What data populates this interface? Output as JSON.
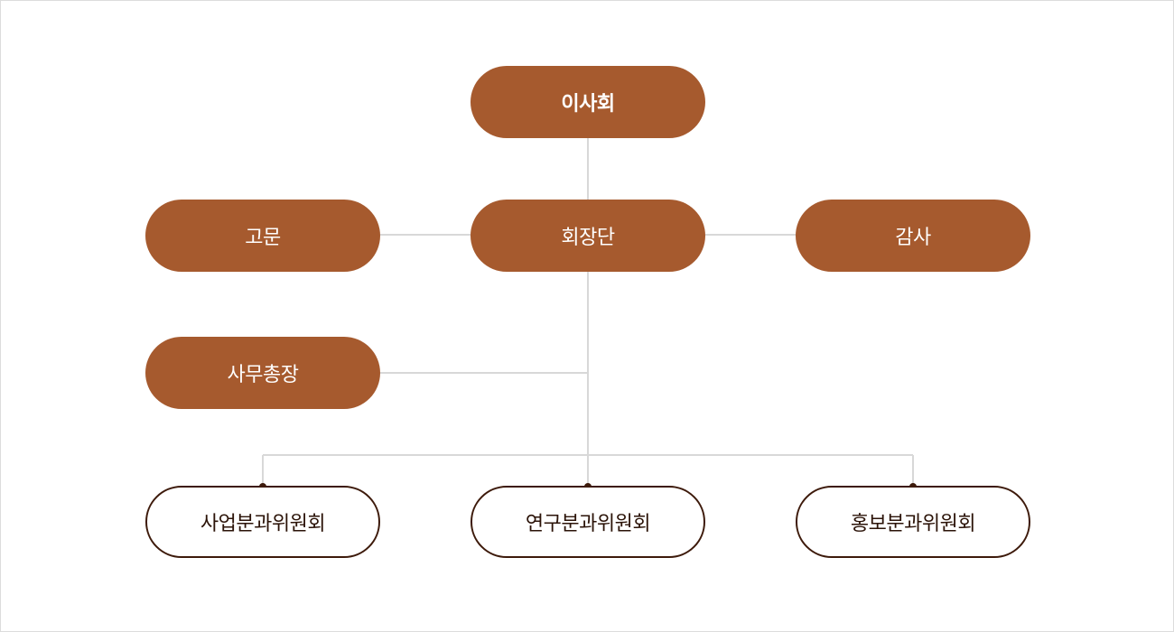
{
  "colors": {
    "node_fill": "#a65a2e",
    "node_text": "#ffffff",
    "outline_border": "#3d1a0b",
    "outline_text": "#2b1308",
    "connector_line": "#d8d8d8",
    "connector_dot": "#3d1a0b"
  },
  "org": {
    "board": "이사회",
    "presidency": "회장단",
    "advisor": "고문",
    "auditor": "감사",
    "secretary_general": "사무총장",
    "committees": [
      "사업분과위원회",
      "연구분과위원회",
      "홍보분과위원회"
    ]
  }
}
